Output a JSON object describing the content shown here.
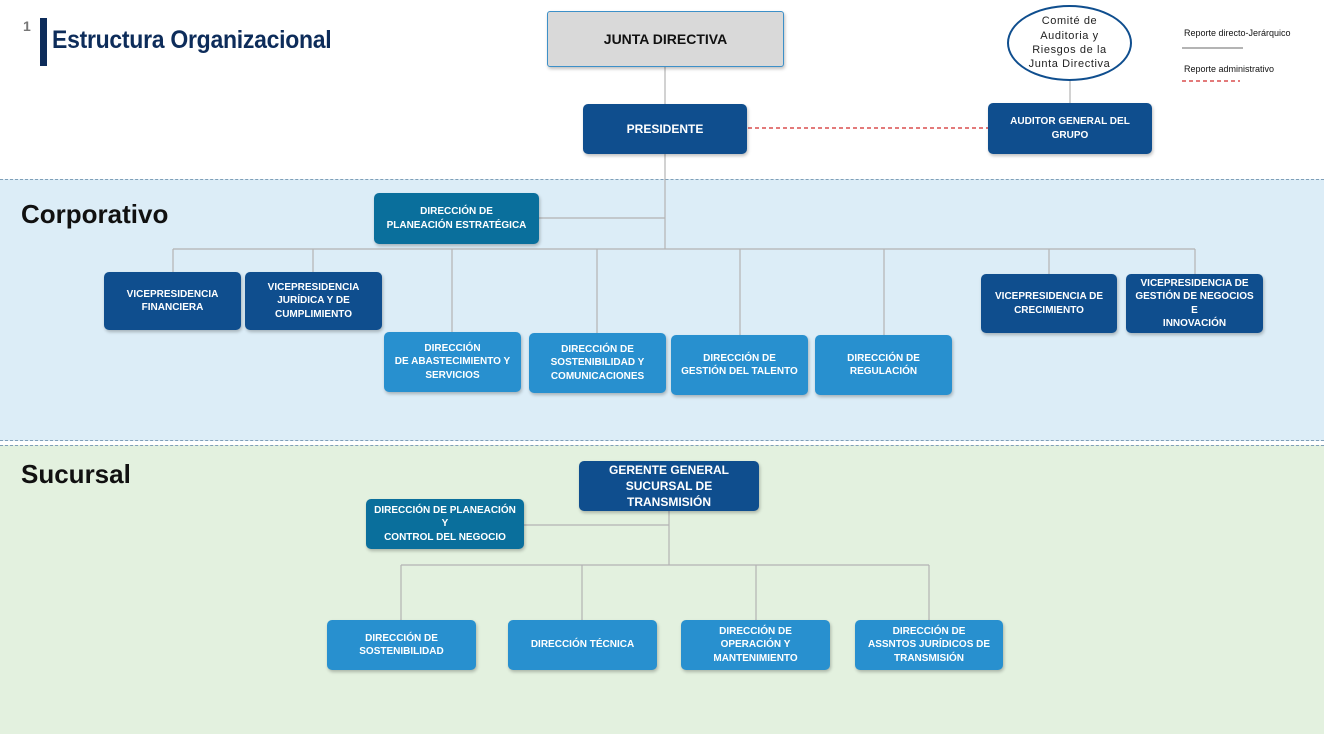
{
  "page": {
    "number": "1",
    "title": "Estructura Organizacional"
  },
  "sections": {
    "corporativo": "Corporativo",
    "sucursal": "Sucursal"
  },
  "legend": {
    "direct": "Reporte directo-Jerárquico",
    "admin": "Reporte administrativo"
  },
  "colors": {
    "dark": "#0f4e8e",
    "teal": "#0a6f9c",
    "light": "#2890cf",
    "admin_line": "#d22b2b",
    "corp_band": "#dcedf7",
    "suc_band": "#e3f1df"
  },
  "top": {
    "junta": "JUNTA DIRECTIVA",
    "comite": "Comité de\nAuditoria y\nRiesgos de la\nJunta Directiva",
    "presidente": "PRESIDENTE",
    "auditor": "AUDITOR GENERAL DEL GRUPO"
  },
  "corporativo": {
    "planeacion": "DIRECCIÓN  DE\nPLANEACIÓN ESTRATÉGICA",
    "vp_financiera": "VICEPRESIDENCIA\nFINANCIERA",
    "vp_juridica": "VICEPRESIDENCIA\nJURÍDICA Y DE\nCUMPLIMIENTO",
    "dir_abastecimiento": "DIRECCIÓN\nDE ABASTECIMIENTO Y\nSERVICIOS",
    "dir_sostenibilidad": "DIRECCIÓN DE\nSOSTENIBILIDAD Y\nCOMUNICACIONES",
    "dir_talento": "DIRECCIÓN DE\nGESTIÓN DEL TALENTO",
    "dir_regulacion": "DIRECCIÓN DE\nREGULACIÓN",
    "vp_crecimiento": "VICEPRESIDENCIA DE\nCRECIMIENTO",
    "vp_negocios": "VICEPRESIDENCIA DE\nGESTIÓN DE NEGOCIOS E\nINNOVACIÓN"
  },
  "sucursal": {
    "gerente": "GERENTE GENERAL\nSUCURSAL DE TRANSMISIÓN",
    "planeacion": "DIRECCIÓN DE PLANEACIÓN Y\nCONTROL DEL NEGOCIO",
    "sostenibilidad": "DIRECCIÓN DE\nSOSTENIBILIDAD",
    "tecnica": "DIRECCIÓN TÉCNICA",
    "operacion": "DIRECCIÓN DE\nOPERACIÓN Y\nMANTENIMIENTO",
    "juridicos": "DIRECCIÓN DE\nASSNTOS JURÍDICOS DE\nTRANSMISIÓN"
  }
}
